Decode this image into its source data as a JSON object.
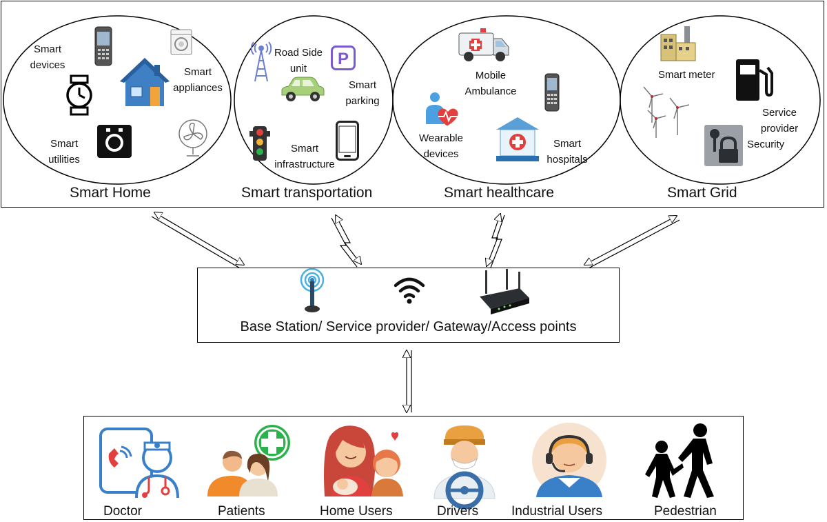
{
  "domains": {
    "smart_home": {
      "caption": "Smart Home",
      "items": [
        "Smart devices",
        "Smart appliances",
        "Smart utilities"
      ]
    },
    "smart_transportation": {
      "caption": "Smart transportation",
      "items": [
        "Road Side unit",
        "Smart parking",
        "Smart infrastructure"
      ]
    },
    "smart_healthcare": {
      "caption": "Smart healthcare",
      "items": [
        "Mobile Ambulance",
        "Wearable devices",
        "Smart hospitals"
      ]
    },
    "smart_grid": {
      "caption": "Smart Grid",
      "items": [
        "Smart meter",
        "Service provider",
        "Security"
      ]
    }
  },
  "gateway": {
    "label": "Base Station/ Service provider/ Gateway/Access points",
    "icons": [
      "antenna-icon",
      "wifi-icon",
      "router-icon"
    ]
  },
  "users": [
    {
      "label": "Doctor",
      "icon": "doctor-icon"
    },
    {
      "label": "Patients",
      "icon": "patients-icon"
    },
    {
      "label": "Home Users",
      "icon": "home-users-icon"
    },
    {
      "label": "Drivers",
      "icon": "driver-icon"
    },
    {
      "label": "Industrial Users",
      "icon": "industrial-user-icon"
    },
    {
      "label": "Pedestrian",
      "icon": "pedestrian-icon"
    }
  ],
  "colors": {
    "border": "#000000",
    "house_blue": "#3f7fc4",
    "car_green": "#a8d07a",
    "parking_purple": "#7a5bd0",
    "health_red": "#e2403e",
    "plus_green": "#2bb24c",
    "skin": "#f5c8a0"
  }
}
